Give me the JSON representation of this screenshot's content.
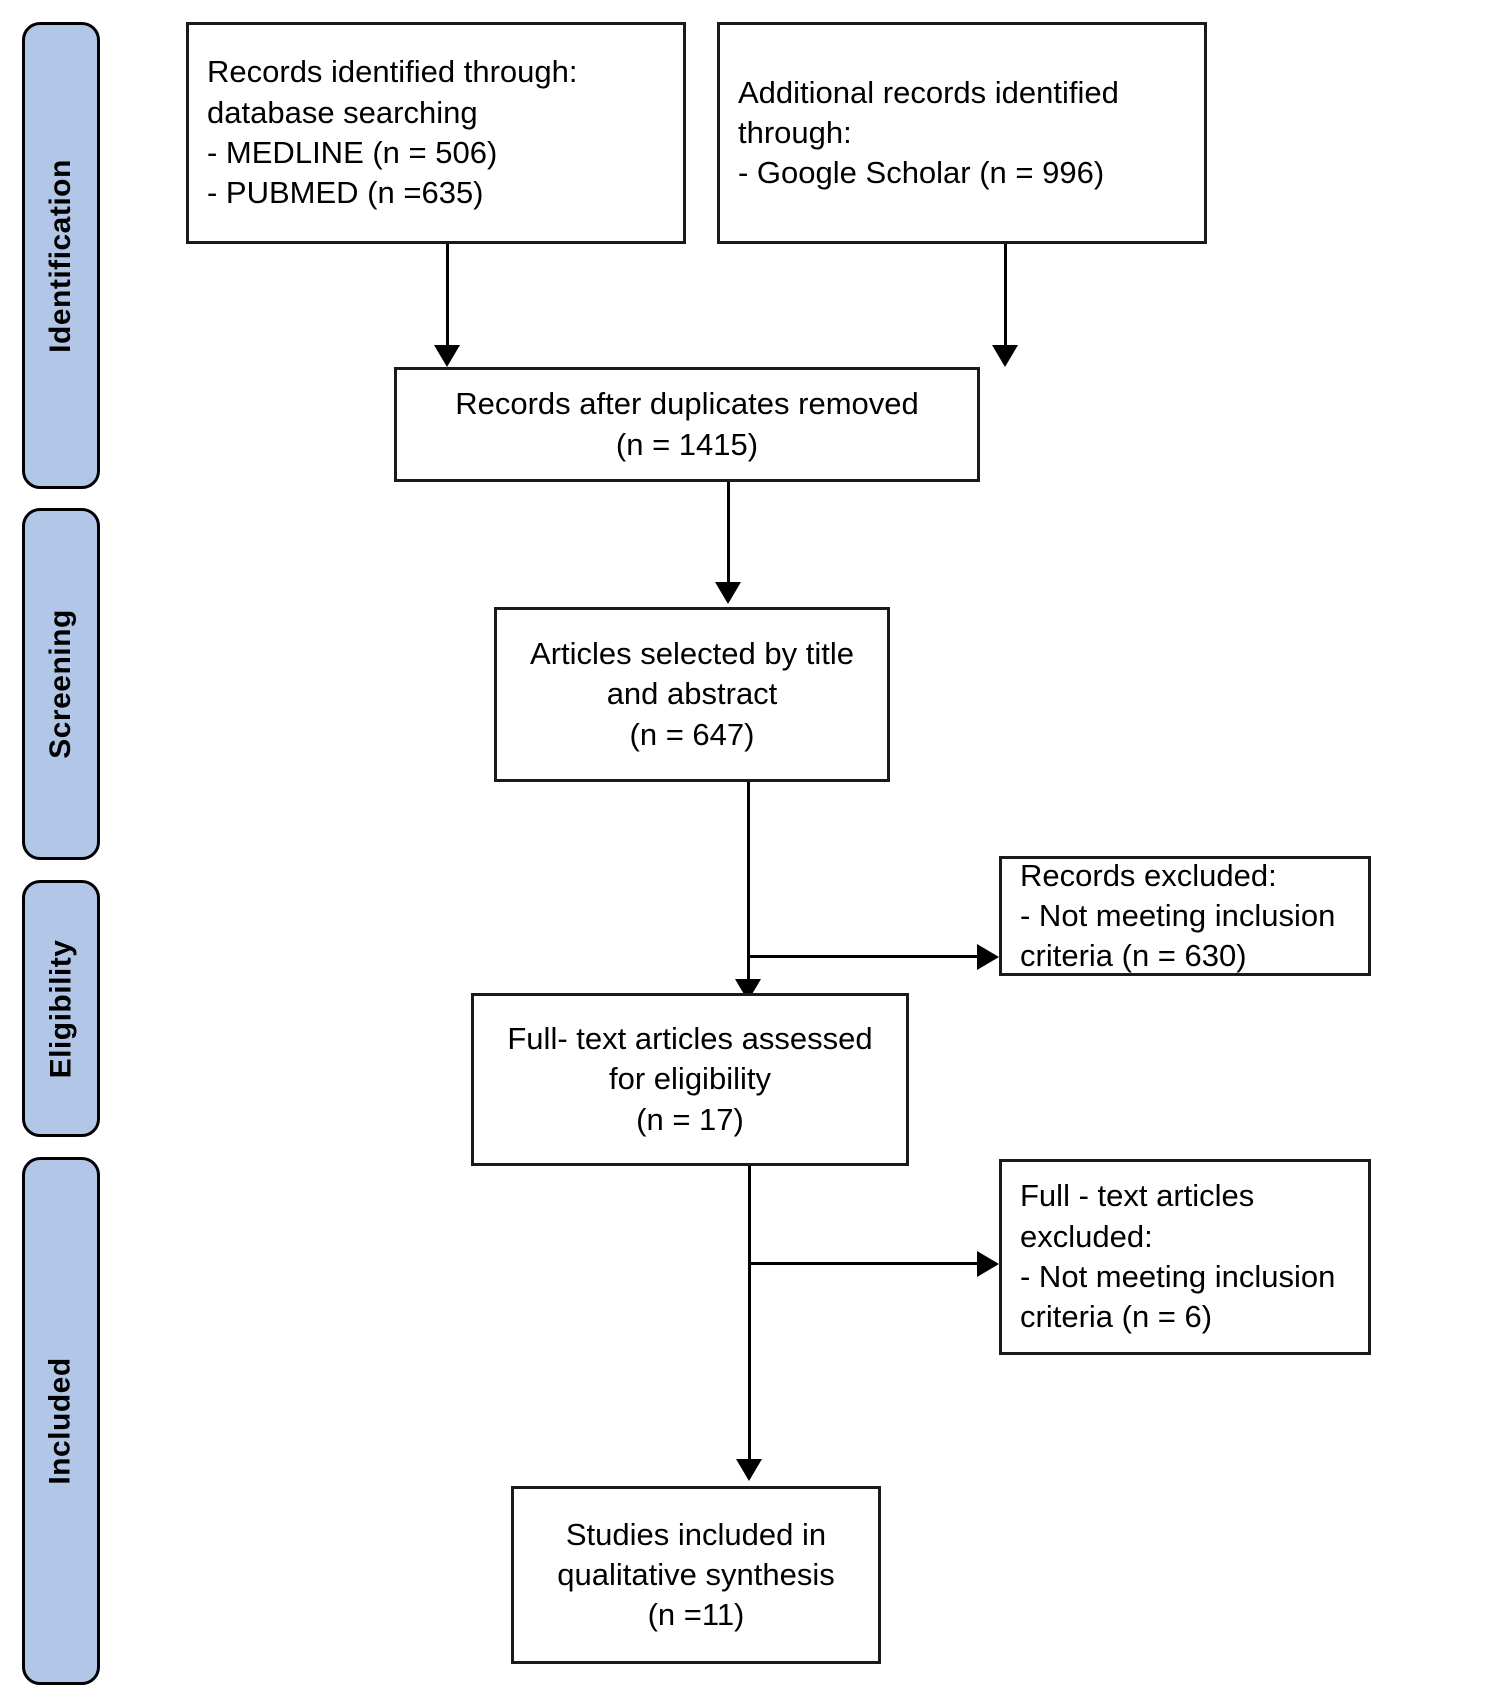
{
  "diagram": {
    "type": "prisma-flow-diagram",
    "accent_color": "#b2c7e8",
    "border_color": "#1a1a1a",
    "stages": [
      {
        "id": "identification",
        "label": "Identification"
      },
      {
        "id": "screening",
        "label": "Screening"
      },
      {
        "id": "eligibility",
        "label": "Eligibility"
      },
      {
        "id": "included",
        "label": "Included"
      }
    ],
    "boxes": {
      "database_search": {
        "lines": [
          "Records identified through:",
          "database searching",
          "- MEDLINE (n = 506)",
          "- PUBMED (n =635)"
        ],
        "counts": {
          "MEDLINE": 506,
          "PUBMED": 635
        }
      },
      "additional_records": {
        "lines": [
          "Additional records identified",
          "through:",
          "- Google Scholar (n = 996)"
        ],
        "counts": {
          "Google Scholar": 996
        }
      },
      "duplicates_removed": {
        "lines": [
          "Records after duplicates removed",
          "(n = 1415)"
        ],
        "count": 1415
      },
      "title_abstract": {
        "lines": [
          "Articles selected by title",
          "and abstract",
          "(n = 647)"
        ],
        "count": 647
      },
      "records_excluded": {
        "lines": [
          "Records excluded:",
          "- Not meeting inclusion",
          "criteria (n = 630)"
        ],
        "count": 630
      },
      "fulltext_assessed": {
        "lines": [
          "Full- text articles assessed",
          "for eligibility",
          "(n = 17)"
        ],
        "count": 17
      },
      "fulltext_excluded": {
        "lines": [
          "Full - text articles",
          "excluded:",
          "- Not meeting inclusion",
          "criteria (n = 6)"
        ],
        "count": 6
      },
      "studies_included": {
        "lines": [
          "Studies included in",
          "qualitative synthesis",
          "(n =11)"
        ],
        "count": 11
      }
    }
  }
}
